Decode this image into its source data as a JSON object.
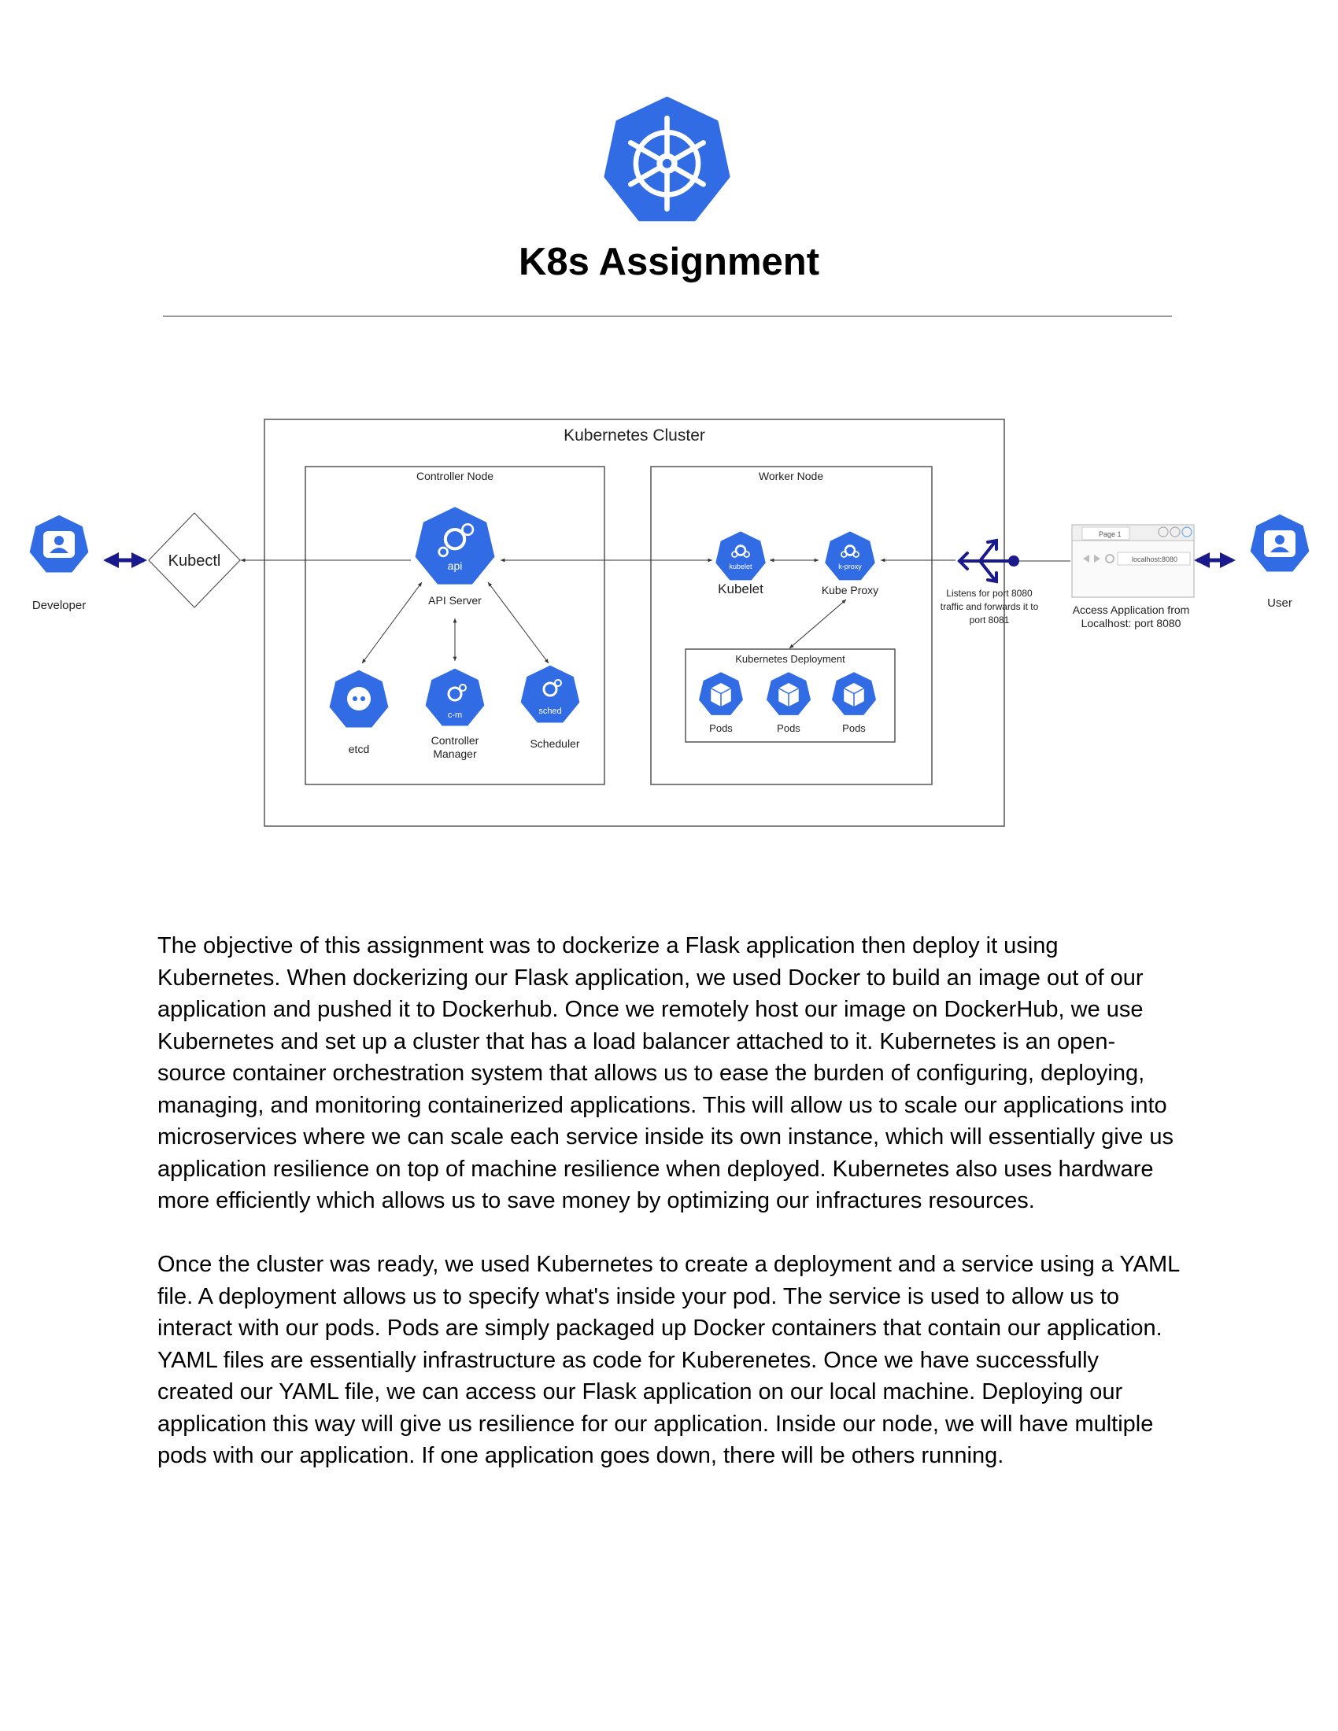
{
  "header": {
    "title": "K8s Assignment"
  },
  "diagram": {
    "cluster_label": "Kubernetes Cluster",
    "controller_node_label": "Controller Node",
    "worker_node_label": "Worker Node",
    "developer_label": "Developer",
    "kubectl_label": "Kubectl",
    "api_badge": "api",
    "api_server_label": "API Server",
    "etcd_label": "etcd",
    "cm_badge": "c-m",
    "controller_manager_line1": "Controller",
    "controller_manager_line2": "Manager",
    "sched_badge": "sched",
    "scheduler_label": "Scheduler",
    "kubelet_badge": "kubelet",
    "kubelet_label": "Kubelet",
    "kproxy_badge": "k-proxy",
    "kube_proxy_label": "Kube Proxy",
    "deployment_label": "Kubernetes Deployment",
    "pods": [
      "Pods",
      "Pods",
      "Pods"
    ],
    "listener_line1": "Listens for port 8080",
    "listener_line2": "traffic and forwards it to",
    "listener_line3": "port 8081",
    "browser_tab": "Page 1",
    "browser_url": "localhost:8080",
    "access_line1": "Access Application from",
    "access_line2": "Localhost: port 8080",
    "user_label": "User",
    "colors": {
      "k8s_blue": "#326ce5",
      "arrow_navy": "#1a1a8c",
      "box_border": "#555555"
    }
  },
  "body": {
    "paragraph1": "The objective of this assignment was to dockerize a Flask application then deploy it using Kubernetes. When dockerizing our Flask application, we used Docker to build an image out of our application and pushed it to Dockerhub. Once we remotely host our image on DockerHub, we use Kubernetes and set up a cluster that has a load balancer attached to it. Kubernetes is an open-source container orchestration system that allows us to ease the burden of configuring, deploying, managing, and monitoring containerized applications. This will allow us to scale our applications into microservices where we can scale each service inside its own instance, which will essentially give us application resilience on top of machine resilience when deployed. Kubernetes also uses hardware more efficiently which allows us to save money by optimizing our infractures resources.",
    "paragraph2": "Once the cluster was ready, we used Kubernetes to create a deployment and a service using a YAML file. A deployment allows us to specify what's inside your pod. The service is used to allow us to interact with our pods. Pods are simply packaged up Docker containers that contain our application. YAML files are essentially infrastructure as code for Kuberenetes. Once we have successfully created our YAML file, we can access our Flask application on our local machine. Deploying our application this way will give us resilience for our application. Inside our node, we will have multiple pods with our application. If one application goes down, there will be others running."
  }
}
